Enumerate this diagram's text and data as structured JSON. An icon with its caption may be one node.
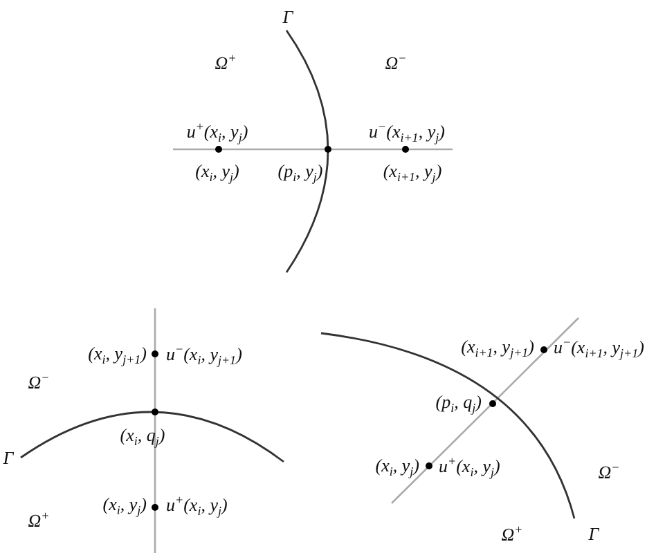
{
  "diagram": {
    "labels": [
      "Γ",
      "Ω$^{+}$",
      "Ω$^{−}$",
      "u$^{+}$(x$_{i}$, y$_{j}$)",
      "u$^{−}$(x$_{i+1}$, y$_{j}$)",
      "(x$_{i}$, y$_{j}$)",
      "(p$_{i}$, y$_{j}$)",
      "(x$_{i+1}$, y$_{j}$)",
      "(x$_{i}$, y$_{j+1}$)",
      "u$^{−}$(x$_{i}$, y$_{j+1}$)",
      "Ω$^{−}$",
      "(x$_{i}$, q$_{j}$)",
      "Γ",
      "(x$_{i}$, y$_{j}$)",
      "u$^{+}$(x$_{i}$, y$_{j}$)",
      "Ω$^{+}$",
      "(x$_{i+1}$, y$_{j+1}$)",
      "u$^{−}$(x$_{i+1}$, y$_{j+1}$)",
      "(p$_{i}$, q$_{j}$)",
      "(x$_{i}$, y$_{j}$)",
      "u$^{+}$(x$_{i}$, y$_{j}$)",
      "Ω$^{−}$",
      "Ω$^{+}$",
      "Γ"
    ]
  }
}
